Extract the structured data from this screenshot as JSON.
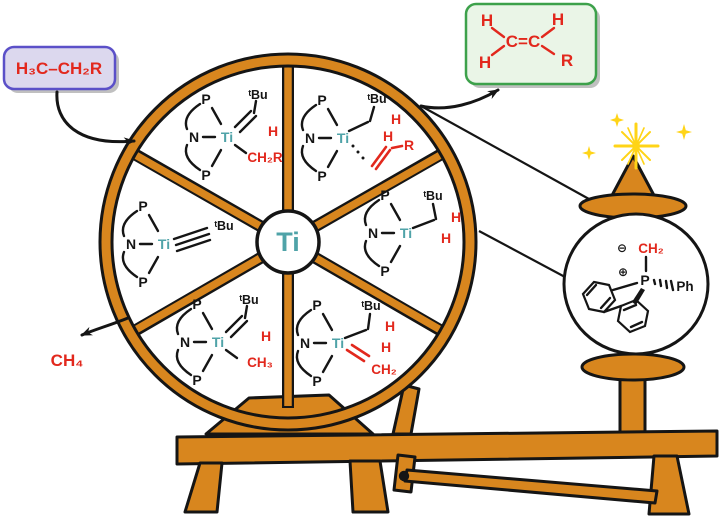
{
  "palette": {
    "wood_orange": "#d8861e",
    "outline_black": "#151515",
    "titanium_teal": "#4fa3a8",
    "chem_red": "#e2281d",
    "substrate_fill": "#dcd8ee",
    "substrate_border": "#5b50c8",
    "product_fill": "#eaf5e7",
    "product_border": "#3da14b",
    "sparkle_yellow": "#ffd417",
    "shadow_gray": "#c0c0c0"
  },
  "substrate_box": {
    "formula": "H₃C–CH₂R"
  },
  "product_box": {
    "h_top_left": "H",
    "h_bottom_left": "H",
    "c_double_c": "C=C",
    "h_top_right": "H",
    "r_bottom_right": "R"
  },
  "byproduct": {
    "formula": "CH₄"
  },
  "wheel": {
    "hub_label": "Ti",
    "atoms": {
      "p": "P",
      "n": "N",
      "ti": "Ti"
    },
    "sectors": [
      {
        "position": "upper-left",
        "tbu": "ᵗBu",
        "h": "H",
        "alkyl": "CH₂R"
      },
      {
        "position": "upper-right",
        "tbu": "ᵗBu",
        "h_alkyl": "H",
        "h_alkene": "H",
        "r_group": "R"
      },
      {
        "position": "left",
        "tbu": "ᵗBu"
      },
      {
        "position": "right",
        "tbu": "ᵗBu",
        "h1": "H",
        "h2": "H"
      },
      {
        "position": "lower-left",
        "tbu": "ᵗBu",
        "h": "H",
        "methyl": "CH₃"
      },
      {
        "position": "lower-right",
        "tbu": "ᵗBu",
        "h1": "H",
        "h2": "H",
        "methylidene": "CH₂"
      }
    ]
  },
  "spindle": {
    "ylide": {
      "minus_charge": "⊖",
      "plus_charge": "⊕",
      "ch2": "CH₂",
      "p": "P",
      "ph": "Ph"
    }
  }
}
